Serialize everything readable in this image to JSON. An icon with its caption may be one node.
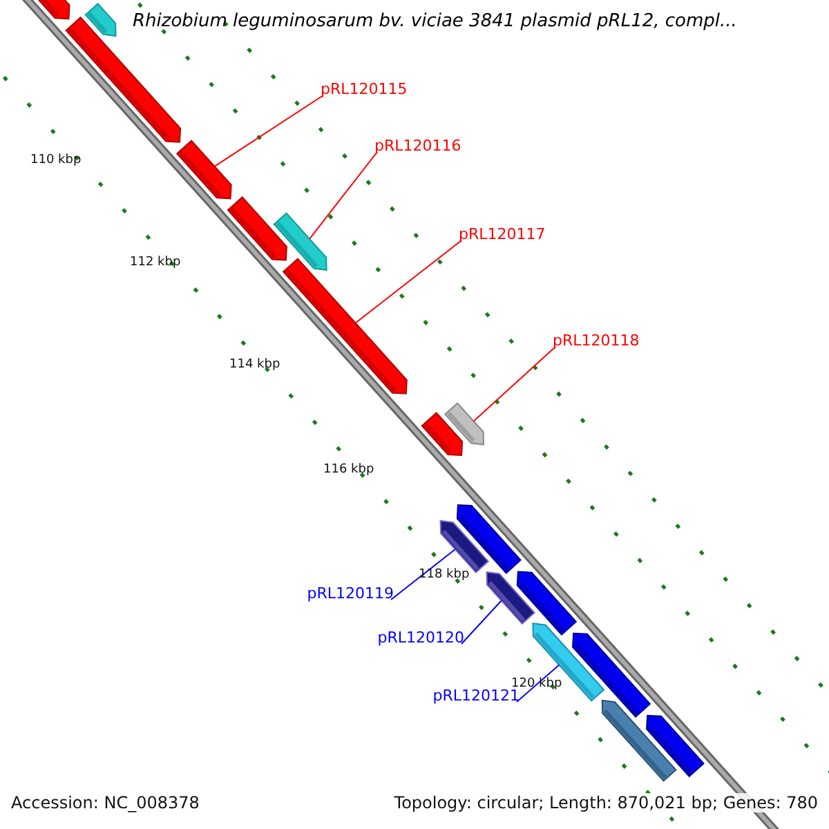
{
  "diagram": {
    "title": "Rhizobium leguminosarum bv. viciae 3841 plasmid pRL12, compl...",
    "nodes": [
      {
        "text": [
          "pRL120115"
        ]
      },
      {
        "text": [
          "pRL120116"
        ]
      },
      {
        "text": [
          "pRL120117"
        ]
      },
      {
        "text": [
          "pRL120118"
        ]
      },
      {
        "text": [
          "pRL120119"
        ]
      },
      {
        "text": [
          "pRL120120"
        ]
      },
      {
        "text": [
          "pRL120121"
        ]
      },
      {
        "text": [],
        "shape": "bar"
      },
      {
        "text": [],
        "shape": "bar"
      },
      {
        "text": [],
        "shape": "bar"
      },
      {
        "text": [],
        "shape": "bar"
      },
      {
        "text": [],
        "shape": "bar"
      },
      {
        "text": [],
        "shape": "bar"
      },
      {
        "text": [],
        "shape": "bar"
      },
      {
        "text": [],
        "shape": "bar"
      },
      {
        "text": [],
        "shape": "bar"
      },
      {
        "text": [],
        "shape": "bar"
      },
      {
        "text": [],
        "shape": "bar"
      },
      {
        "text": [],
        "shape": "bar"
      },
      {
        "text": [],
        "shape": "bar"
      },
      {
        "text": [],
        "shape": "bar"
      },
      {
        "text": [],
        "shape": "bar"
      },
      {
        "text": [],
        "shape": "bar"
      },
      {
        "text": [],
        "shape": "bar"
      }
    ],
    "edges": [
      {
        "from": 0,
        "to": 10,
        "arrow": "none",
        "color": "#ff0000"
      },
      {
        "from": 1,
        "to": 12,
        "arrow": "none",
        "color": "#ff0000"
      },
      {
        "from": 2,
        "to": 13,
        "arrow": "none",
        "color": "#ff0000"
      },
      {
        "from": 3,
        "to": 15,
        "arrow": "none",
        "color": "#ff0000"
      },
      {
        "from": 4,
        "to": 16,
        "arrow": "none",
        "color": "#0000ff"
      },
      {
        "from": 5,
        "to": 18,
        "arrow": "none",
        "color": "#0000ff"
      },
      {
        "from": 6,
        "to": 20,
        "arrow": "none",
        "color": "#0000ff"
      }
    ],
    "labels": [
      "110 kbp",
      "112 kbp",
      "114 kbp",
      "116 kbp",
      "118 kbp",
      "120 kbp",
      "Accession: NC_008378",
      "Topology: circular; Length: 870,021 bp; Genes: 780"
    ]
  }
}
